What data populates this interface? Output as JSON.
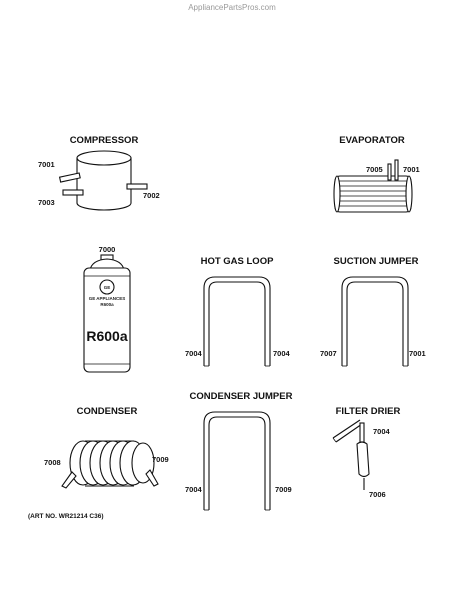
{
  "watermark": "AppliancePartsPros.com",
  "art_number": "(ART NO. WR21214 C36)",
  "compressor": {
    "title": "COMPRESSOR",
    "labels": [
      "7001",
      "7003",
      "7002"
    ]
  },
  "evaporator": {
    "title": "EVAPORATOR",
    "labels": [
      "7005",
      "7001"
    ]
  },
  "refrigerant_can": {
    "label": "7000",
    "brand": "GE APPLIANCES",
    "sub": "R600a",
    "logo": "GE",
    "product": "R600a"
  },
  "hot_gas_loop": {
    "title": "HOT GAS LOOP",
    "labels": [
      "7004",
      "7004"
    ]
  },
  "suction_jumper": {
    "title": "SUCTION JUMPER",
    "labels": [
      "7007",
      "7001"
    ]
  },
  "condenser": {
    "title": "CONDENSER",
    "labels": [
      "7008",
      "7009"
    ]
  },
  "condenser_jumper": {
    "title": "CONDENSER JUMPER",
    "labels": [
      "7004",
      "7009"
    ]
  },
  "filter_drier": {
    "title": "FILTER DRIER",
    "labels": [
      "7004",
      "7006"
    ]
  }
}
